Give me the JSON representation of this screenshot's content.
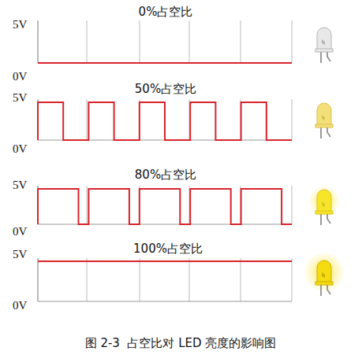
{
  "diagram": {
    "caption": "图 2-3  占空比对 LED 亮度的影响图",
    "labels": [
      "0%占空比",
      "5V",
      "0V",
      "50%占空比",
      "5V",
      "0V",
      "80%占空比",
      "5V",
      "0V",
      "100%占空比",
      "5V",
      "0V"
    ]
  }
}
